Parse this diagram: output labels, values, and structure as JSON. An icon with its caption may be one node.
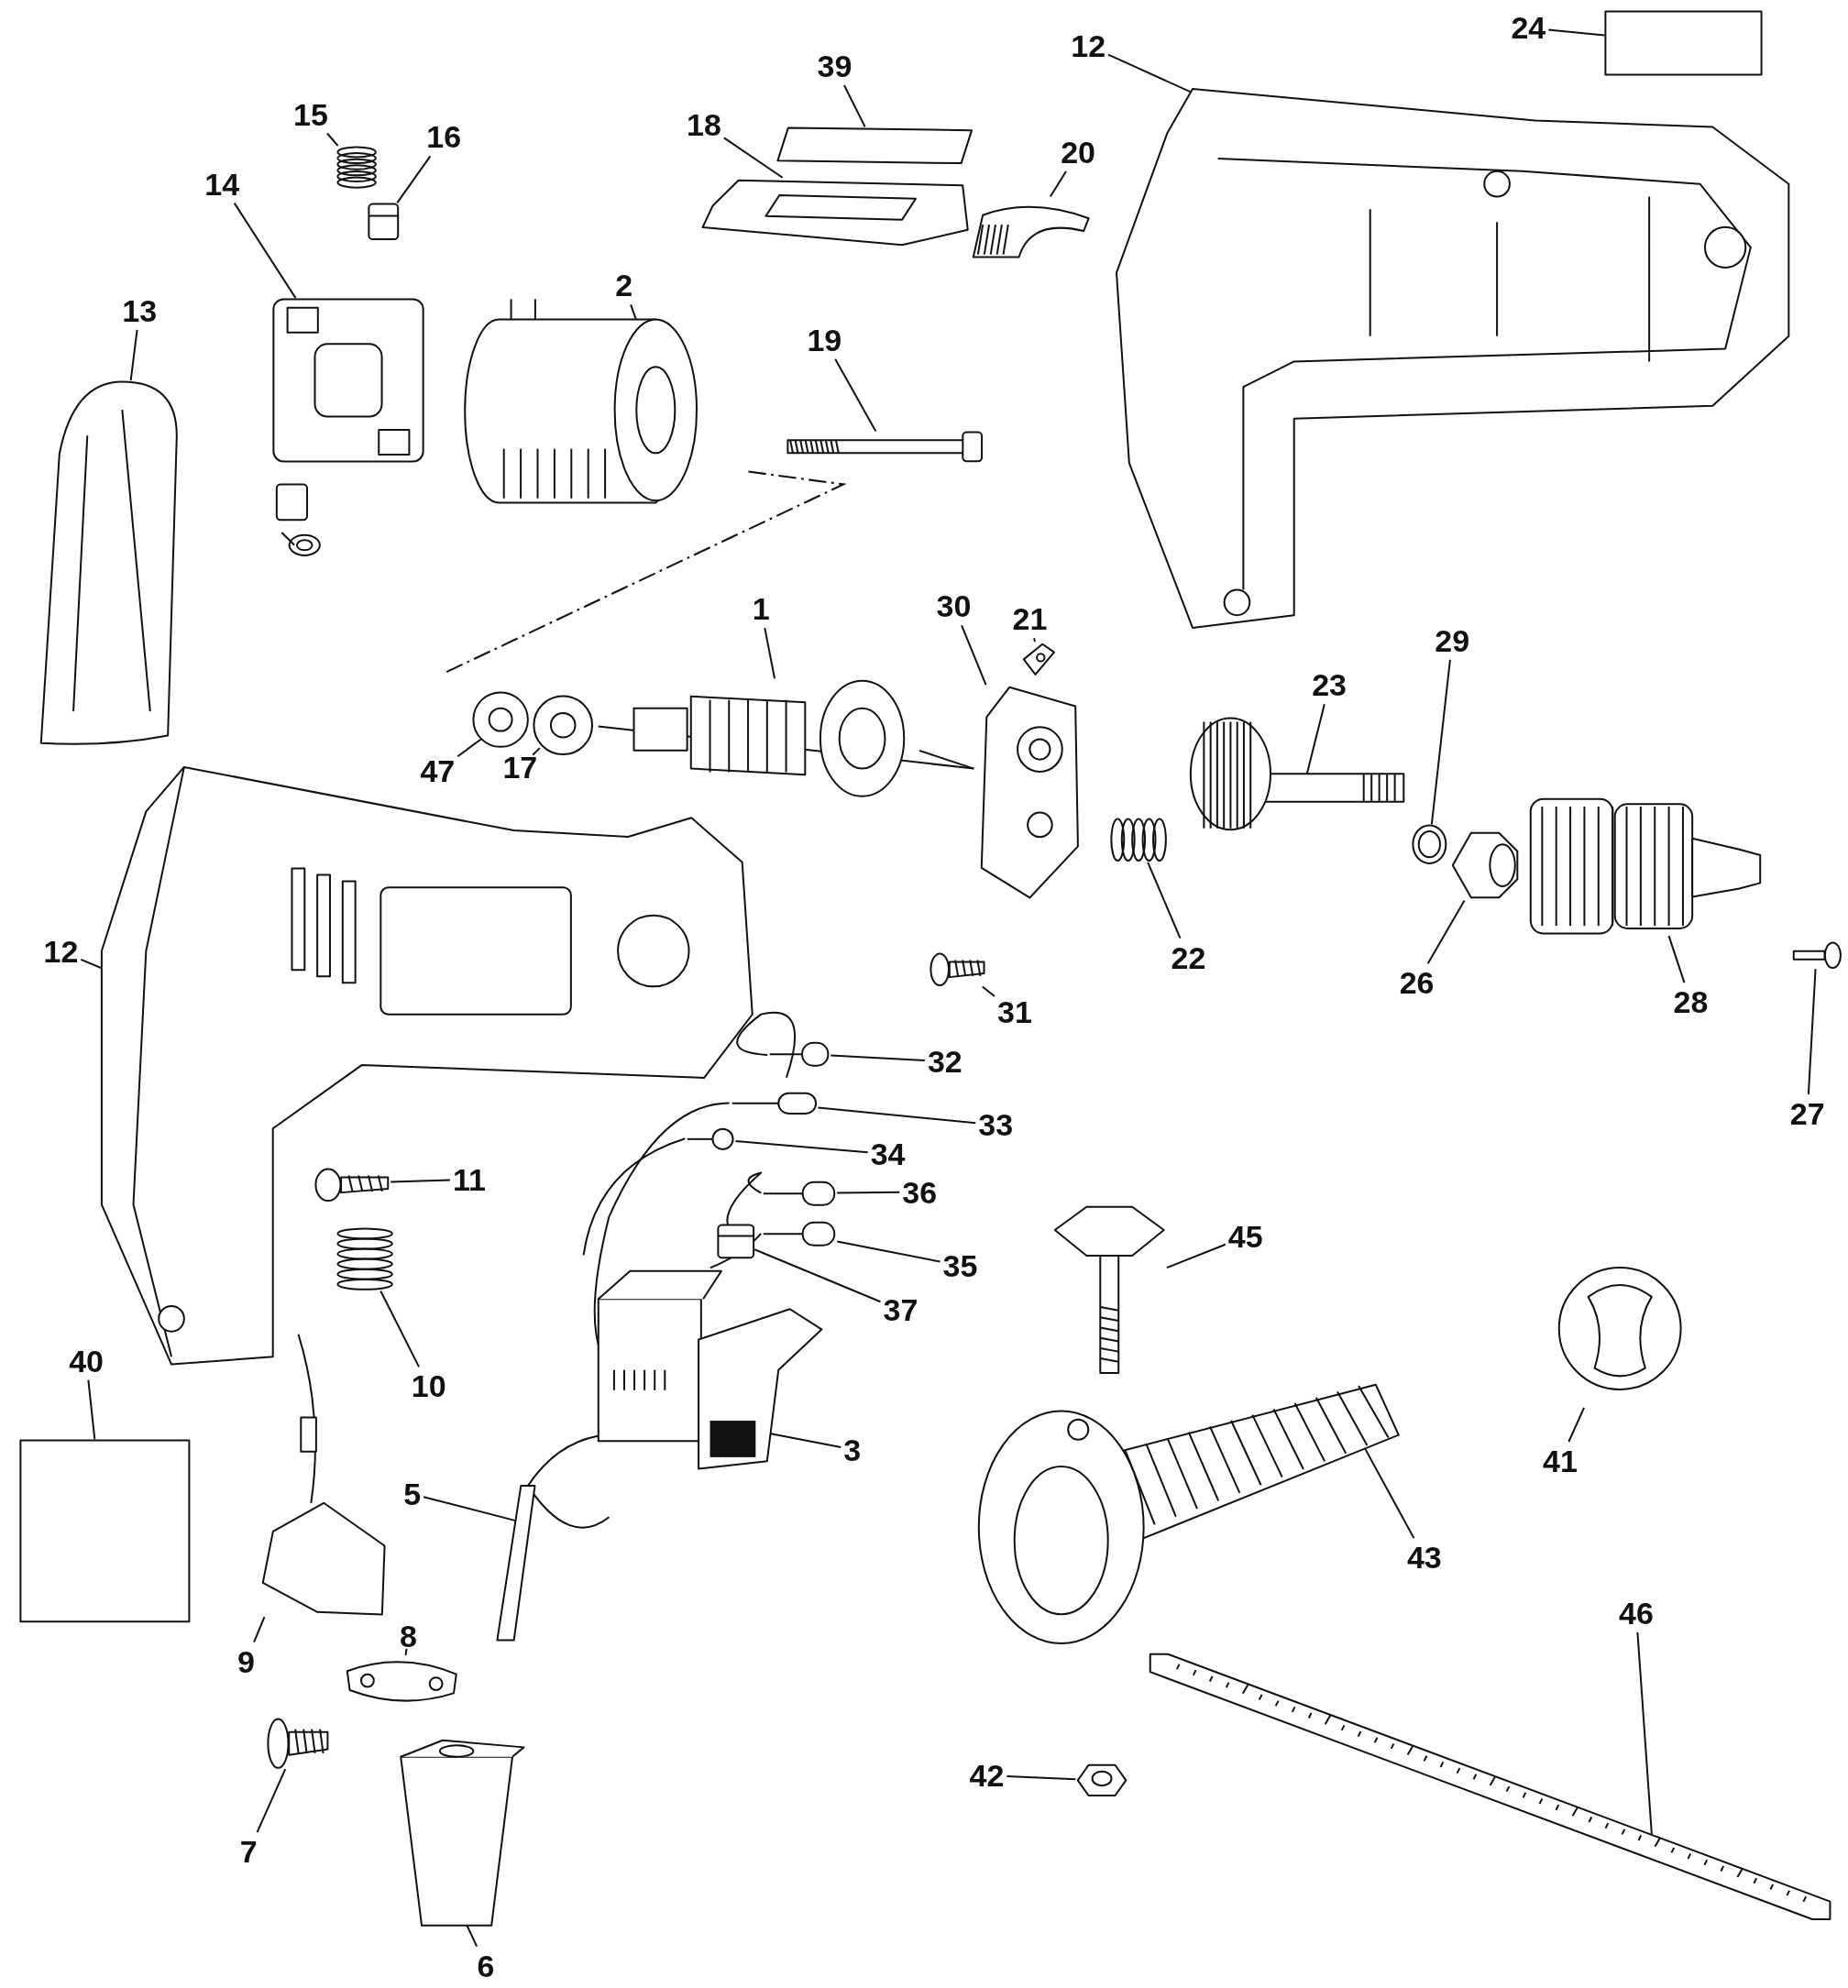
{
  "diagram": {
    "nodes": [
      {
        "text": [
          "15"
        ]
      },
      {
        "text": [],
        "shape": "picture"
      },
      {
        "text": [
          "16"
        ]
      },
      {
        "text": [],
        "shape": "picture"
      },
      {
        "text": [
          "14"
        ]
      },
      {
        "text": [],
        "shape": "picture"
      },
      {
        "text": [
          "13"
        ]
      },
      {
        "text": [],
        "shape": "picture"
      },
      {
        "text": [
          "2"
        ]
      },
      {
        "text": [],
        "shape": "picture"
      },
      {
        "text": [
          "19"
        ]
      },
      {
        "text": [],
        "shape": "picture"
      },
      {
        "text": [
          "18"
        ]
      },
      {
        "text": [],
        "shape": "picture"
      },
      {
        "text": [
          "39"
        ]
      },
      {
        "text": [],
        "shape": "box"
      },
      {
        "text": [
          "20"
        ]
      },
      {
        "text": [],
        "shape": "picture"
      },
      {
        "text": [
          "24"
        ]
      },
      {
        "text": [],
        "shape": "box"
      },
      {
        "text": [
          "12"
        ]
      },
      {
        "text": [],
        "shape": "picture"
      },
      {
        "text": [
          "21"
        ]
      },
      {
        "text": [],
        "shape": "picture"
      },
      {
        "text": [
          "30"
        ]
      },
      {
        "text": [],
        "shape": "picture"
      },
      {
        "text": [
          "1"
        ]
      },
      {
        "text": [],
        "shape": "picture"
      },
      {
        "text": [
          "47"
        ]
      },
      {
        "text": [],
        "shape": "picture"
      },
      {
        "text": [
          "17"
        ]
      },
      {
        "text": [],
        "shape": "picture"
      },
      {
        "text": [
          "23"
        ]
      },
      {
        "text": [],
        "shape": "picture"
      },
      {
        "text": [
          "29"
        ]
      },
      {
        "text": [],
        "shape": "picture"
      },
      {
        "text": [
          "22"
        ]
      },
      {
        "text": [],
        "shape": "picture"
      },
      {
        "text": [
          "26"
        ]
      },
      {
        "text": [],
        "shape": "picture"
      },
      {
        "text": [
          "28"
        ]
      },
      {
        "text": [],
        "shape": "picture"
      },
      {
        "text": [
          "27"
        ]
      },
      {
        "text": [],
        "shape": "picture"
      },
      {
        "text": [
          "31"
        ]
      },
      {
        "text": [],
        "shape": "picture"
      },
      {
        "text": [
          "32"
        ]
      },
      {
        "text": [],
        "shape": "picture"
      },
      {
        "text": [
          "33"
        ]
      },
      {
        "text": [],
        "shape": "picture"
      },
      {
        "text": [
          "34"
        ]
      },
      {
        "text": [],
        "shape": "picture"
      },
      {
        "text": [
          "36"
        ]
      },
      {
        "text": [],
        "shape": "picture"
      },
      {
        "text": [
          "35"
        ]
      },
      {
        "text": [],
        "shape": "picture"
      },
      {
        "text": [
          "37"
        ]
      },
      {
        "text": [],
        "shape": "picture"
      },
      {
        "text": [
          "3"
        ]
      },
      {
        "text": [],
        "shape": "picture"
      },
      {
        "text": [
          "11"
        ]
      },
      {
        "text": [],
        "shape": "picture"
      },
      {
        "text": [
          "12"
        ]
      },
      {
        "text": [],
        "shape": "picture"
      },
      {
        "text": [
          "45"
        ]
      },
      {
        "text": [],
        "shape": "picture"
      },
      {
        "text": [
          "41"
        ]
      },
      {
        "text": [],
        "shape": "picture"
      },
      {
        "text": [
          "43"
        ]
      },
      {
        "text": [],
        "shape": "picture"
      },
      {
        "text": [
          "10"
        ]
      },
      {
        "text": [],
        "shape": "picture"
      },
      {
        "text": [
          "40"
        ]
      },
      {
        "text": [],
        "shape": "box"
      },
      {
        "text": [
          "9"
        ]
      },
      {
        "text": [],
        "shape": "picture"
      },
      {
        "text": [
          "5"
        ]
      },
      {
        "text": [],
        "shape": "picture"
      },
      {
        "text": [
          "8"
        ]
      },
      {
        "text": [],
        "shape": "picture"
      },
      {
        "text": [
          "7"
        ]
      },
      {
        "text": [],
        "shape": "picture"
      },
      {
        "text": [
          "6"
        ]
      },
      {
        "text": [],
        "shape": "picture"
      },
      {
        "text": [
          "42"
        ]
      },
      {
        "text": [],
        "shape": "picture"
      },
      {
        "text": [
          "46"
        ]
      },
      {
        "text": [],
        "shape": "picture"
      }
    ],
    "edges": [
      {
        "from": 0,
        "to": 1,
        "arrow": "none"
      },
      {
        "from": 2,
        "to": 3,
        "arrow": "none"
      },
      {
        "from": 4,
        "to": 5,
        "arrow": "none"
      },
      {
        "from": 6,
        "to": 7,
        "arrow": "none"
      },
      {
        "from": 8,
        "to": 9,
        "arrow": "none"
      },
      {
        "from": 10,
        "to": 11,
        "arrow": "none"
      },
      {
        "from": 12,
        "to": 13,
        "arrow": "none"
      },
      {
        "from": 14,
        "to": 15,
        "arrow": "none"
      },
      {
        "from": 16,
        "to": 17,
        "arrow": "none"
      },
      {
        "from": 18,
        "to": 19,
        "arrow": "none"
      },
      {
        "from": 20,
        "to": 21,
        "arrow": "none"
      },
      {
        "from": 22,
        "to": 23,
        "arrow": "none"
      },
      {
        "from": 24,
        "to": 25,
        "arrow": "none"
      },
      {
        "from": 26,
        "to": 27,
        "arrow": "none"
      },
      {
        "from": 28,
        "to": 29,
        "arrow": "none"
      },
      {
        "from": 30,
        "to": 31,
        "arrow": "none"
      },
      {
        "from": 32,
        "to": 33,
        "arrow": "none"
      },
      {
        "from": 34,
        "to": 35,
        "arrow": "none"
      },
      {
        "from": 36,
        "to": 37,
        "arrow": "none"
      },
      {
        "from": 38,
        "to": 39,
        "arrow": "none"
      },
      {
        "from": 40,
        "to": 41,
        "arrow": "none"
      },
      {
        "from": 42,
        "to": 43,
        "arrow": "none"
      },
      {
        "from": 44,
        "to": 45,
        "arrow": "none"
      },
      {
        "from": 46,
        "to": 47,
        "arrow": "none"
      },
      {
        "from": 48,
        "to": 49,
        "arrow": "none"
      },
      {
        "from": 50,
        "to": 51,
        "arrow": "none"
      },
      {
        "from": 52,
        "to": 53,
        "arrow": "none"
      },
      {
        "from": 54,
        "to": 55,
        "arrow": "none"
      },
      {
        "from": 56,
        "to": 57,
        "arrow": "none"
      },
      {
        "from": 58,
        "to": 59,
        "arrow": "none"
      },
      {
        "from": 60,
        "to": 61,
        "arrow": "none"
      },
      {
        "from": 62,
        "to": 63,
        "arrow": "none"
      },
      {
        "from": 64,
        "to": 65,
        "arrow": "none"
      },
      {
        "from": 66,
        "to": 67,
        "arrow": "none"
      },
      {
        "from": 68,
        "to": 69,
        "arrow": "none"
      },
      {
        "from": 70,
        "to": 71,
        "arrow": "none"
      },
      {
        "from": 72,
        "to": 73,
        "arrow": "none"
      },
      {
        "from": 74,
        "to": 75,
        "arrow": "none"
      },
      {
        "from": 76,
        "to": 77,
        "arrow": "none"
      },
      {
        "from": 78,
        "to": 79,
        "arrow": "none"
      },
      {
        "from": 80,
        "to": 81,
        "arrow": "none"
      },
      {
        "from": 82,
        "to": 83,
        "arrow": "none"
      },
      {
        "from": 84,
        "to": 85,
        "arrow": "none"
      },
      {
        "from": 86,
        "to": 87,
        "arrow": "none"
      }
    ]
  }
}
